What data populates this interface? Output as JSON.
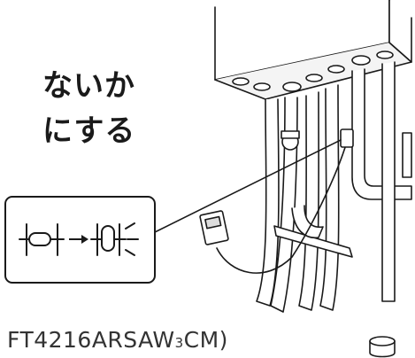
{
  "instruction": {
    "line1": "ないか",
    "line2": "にする"
  },
  "model_text": {
    "prefix": "FT4216ARSAW",
    "subscript": "3",
    "suffix": "CM)"
  }
}
